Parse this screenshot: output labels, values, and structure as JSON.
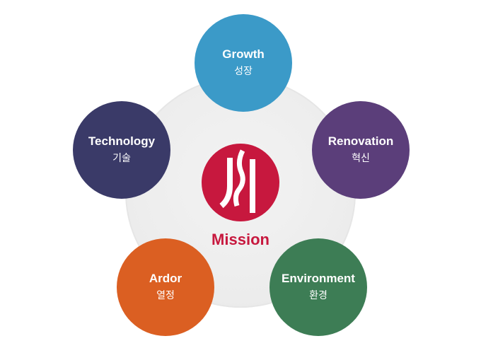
{
  "center": {
    "label": "Mission",
    "logo_color": "#c7183e"
  },
  "nodes": [
    {
      "id": "growth",
      "en": "Growth",
      "ko": "성장",
      "color": "#3b9ac8"
    },
    {
      "id": "renovation",
      "en": "Renovation",
      "ko": "혁신",
      "color": "#5b3e7a"
    },
    {
      "id": "environment",
      "en": "Environment",
      "ko": "환경",
      "color": "#3d7d55"
    },
    {
      "id": "ardor",
      "en": "Ardor",
      "ko": "열정",
      "color": "#db5f22"
    },
    {
      "id": "technology",
      "en": "Technology",
      "ko": "기술",
      "color": "#3a3a68"
    }
  ]
}
